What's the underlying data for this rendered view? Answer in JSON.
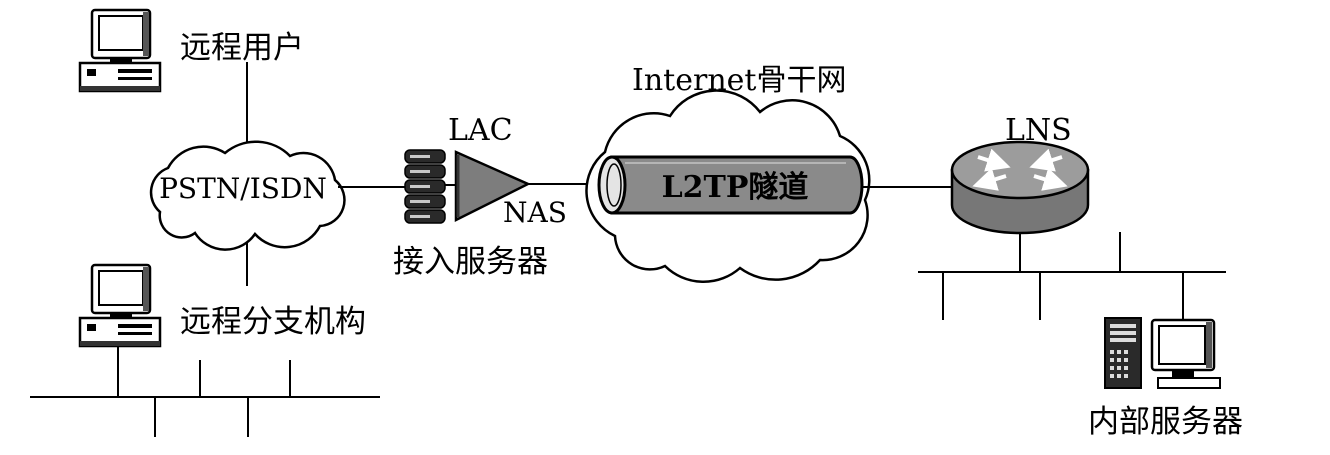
{
  "labels": {
    "remote_user": "远程用户",
    "pstn_isdn": "PSTN/ISDN",
    "remote_branch": "远程分支机构",
    "lac": "LAC",
    "nas": "NAS",
    "access_server": "接入服务器",
    "internet_backbone": "Internet骨干网",
    "l2tp_tunnel": "L2TP隧道",
    "lns": "LNS",
    "internal_server": "内部服务器"
  },
  "colors": {
    "background": "#ffffff",
    "stroke": "#000000",
    "tunnel_fill": "#8a8a8a",
    "tunnel_mouth": "#e4e4e4",
    "router_body": "#777777",
    "router_top": "#9c9c9c",
    "nas_triangle": "#7d7d7d",
    "server_dark": "#2a2a2a"
  },
  "icons": [
    "computer-icon",
    "cloud-icon",
    "server-stack-icon",
    "router-icon",
    "server-tower-icon",
    "monitor-icon"
  ]
}
